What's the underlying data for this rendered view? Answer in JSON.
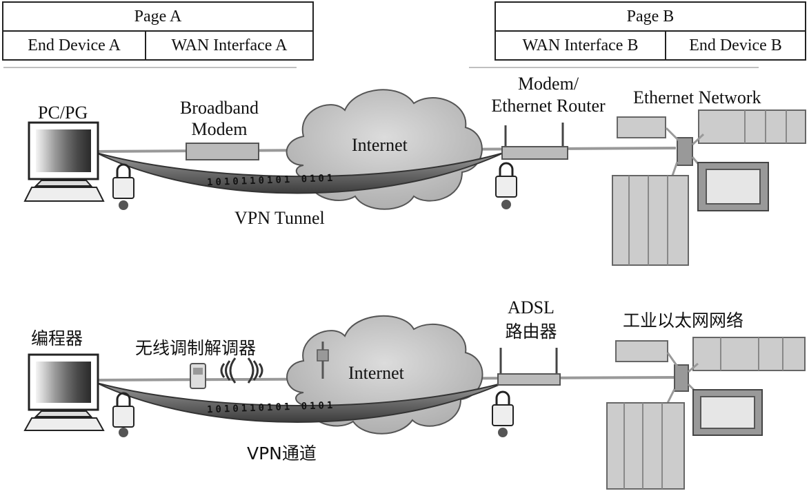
{
  "page_a": {
    "title": "Page A",
    "col1": "End Device A",
    "col2": "WAN Interface A"
  },
  "page_b": {
    "title": "Page B",
    "col1": "WAN Interface B",
    "col2": "End Device B"
  },
  "top": {
    "pc_label": "PC/PG",
    "modem_label_1": "Broadband",
    "modem_label_2": "Modem",
    "internet_label": "Internet",
    "router_label_1": "Modem/",
    "router_label_2": "Ethernet Router",
    "network_label": "Ethernet Network",
    "tunnel_label": "VPN Tunnel",
    "bits": "1010110101 0101"
  },
  "bottom": {
    "pc_label": "编程器",
    "modem_label": "无线调制解调器",
    "internet_label": "Internet",
    "router_label_1": "ADSL",
    "router_label_2": "路由器",
    "network_label": "工业以太网网络",
    "tunnel_label": "VPN通道",
    "bits": "1010110101 0101"
  }
}
